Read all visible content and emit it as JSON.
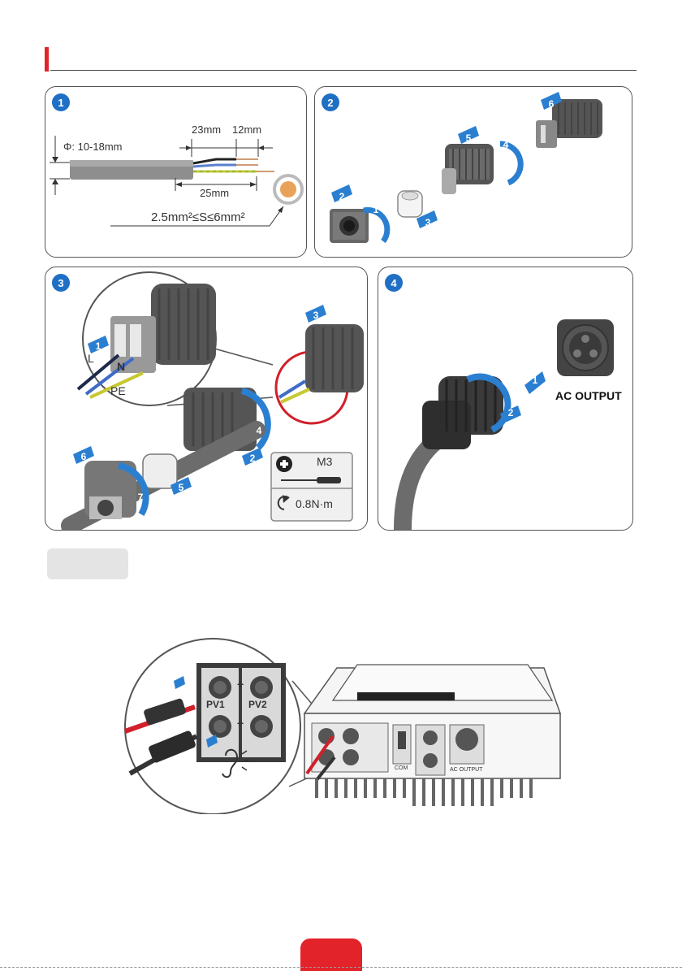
{
  "panels": {
    "p1": {
      "step": "1",
      "diameter": "Φ: 10-18mm",
      "len_23": "23mm",
      "len_12": "12mm",
      "len_25": "25mm",
      "cross_section": "2.5mm²≤S≤6mm²"
    },
    "p2": {
      "step": "2",
      "arrows": [
        "1",
        "2",
        "3",
        "4",
        "5",
        "6"
      ]
    },
    "p3": {
      "step": "3",
      "wire_l": "L",
      "wire_n": "N",
      "wire_pe": "PE",
      "arrows": [
        "1",
        "2",
        "3",
        "4",
        "5",
        "6",
        "7"
      ],
      "tool": "M3",
      "torque": "0.8N·m"
    },
    "p4": {
      "step": "4",
      "port_label": "AC OUTPUT",
      "arrows": [
        "1",
        "2"
      ]
    }
  },
  "pv_figure": {
    "pv1": "PV1",
    "pv2": "PV2",
    "plus": "+",
    "minus": "−",
    "com": "COM",
    "ac_output": "AC OUTPUT"
  },
  "colors": {
    "accent_red": "#e2232a",
    "arrow_blue": "#2b7fd0",
    "step_badge": "#1f6fc4"
  }
}
